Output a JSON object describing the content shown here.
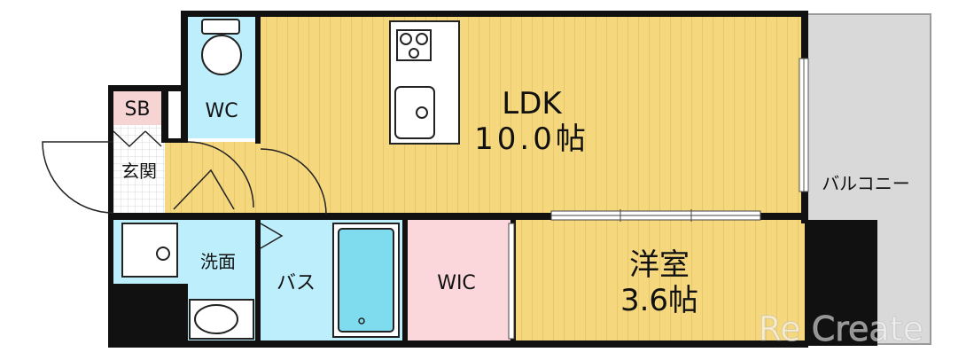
{
  "rooms": {
    "ldk_name": "LDK",
    "ldk_size": "10.0帖",
    "wc": "WC",
    "sb": "SB",
    "entrance": "玄関",
    "washroom": "洗面",
    "bath": "バス",
    "wic": "WIC",
    "western_name": "洋室",
    "western_size": "3.6帖",
    "balcony": "バルコニー"
  },
  "watermark": "Re Create",
  "colors": {
    "wood_floor": "#f5d77e",
    "wood_line": "#e4c064",
    "wet_area": "#bdeefb",
    "wic_pink": "#fbd6da",
    "sb_pink": "#f6d4d4",
    "balcony_gray": "#d9d9d9",
    "entrance_tile": "#ffffff",
    "wall": "#111111"
  }
}
